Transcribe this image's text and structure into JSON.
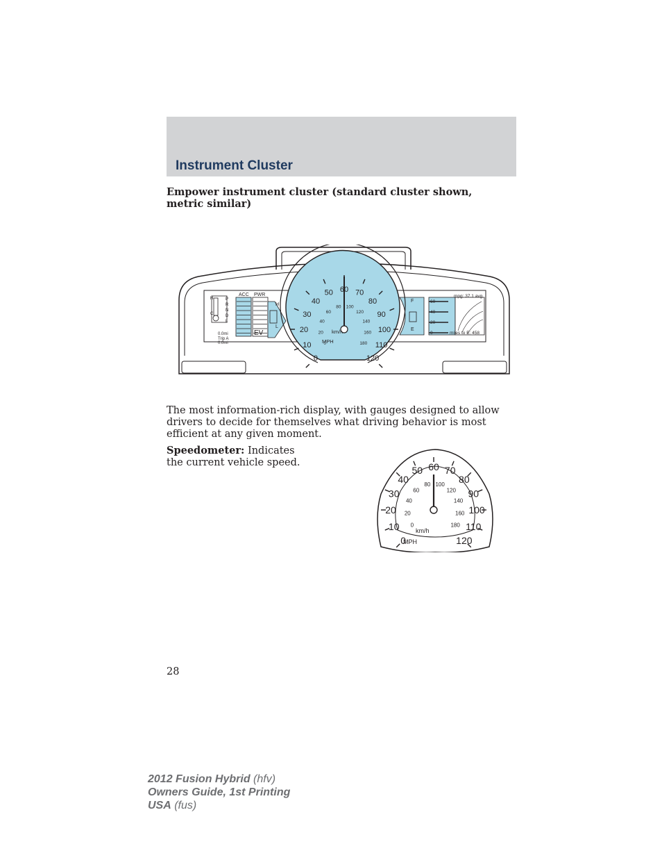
{
  "header": {
    "title": "Instrument Cluster"
  },
  "figure_caption": "Empower instrument cluster (standard cluster shown, metric similar)",
  "paragraph": "The most information-rich display, with gauges designed to allow drivers to decide for themselves what driving behavior is most efficient at any given moment.",
  "speedometer_term": "Speedometer:",
  "speedometer_desc": " Indicates the current vehicle speed.",
  "page_number": "28",
  "footer": {
    "line1_bold": "2012 Fusion Hybrid",
    "line1_rest": " (hfv)",
    "line2": "Owners Guide, 1st Printing",
    "line3_bold": "USA",
    "line3_rest": " (fus)"
  },
  "colors": {
    "gauge_fill": "#a8d8e8",
    "header_band": "#d2d3d5",
    "title": "#1f3a5f"
  },
  "cluster": {
    "mph_labels": [
      "0",
      "10",
      "20",
      "30",
      "40",
      "50",
      "60",
      "70",
      "80",
      "90",
      "100",
      "110",
      "120"
    ],
    "kmh_labels": [
      "0",
      "20",
      "40",
      "60",
      "80",
      "100",
      "120",
      "140",
      "160",
      "180"
    ],
    "kmh_unit": "km/h",
    "mph_unit": "MPH",
    "gear_labels": [
      "P",
      "R",
      "N",
      "D",
      "L"
    ],
    "temp_hot": "H",
    "temp_cold": "C",
    "acc_label": "ACC",
    "pwr_label": "PWR",
    "ev_label": "EV",
    "battery_high": "H",
    "battery_low": "L",
    "odo": "0.0mi",
    "trip_label": "Trip A",
    "trip_value": "0.0mi",
    "fuel_full": "F",
    "fuel_empty": "E",
    "mpg_ticks": [
      "60",
      "40",
      "20",
      "0"
    ],
    "mpg_readout": "mpg: 37.1 avg",
    "miles_to_e": "miles to E: 458"
  },
  "speedometer_figure": {
    "mph_labels": [
      "0",
      "10",
      "20",
      "30",
      "40",
      "50",
      "60",
      "70",
      "80",
      "90",
      "100",
      "110",
      "120"
    ],
    "kmh_labels": [
      "0",
      "20",
      "40",
      "60",
      "80",
      "100",
      "120",
      "140",
      "160",
      "180"
    ],
    "kmh_unit": "km/h",
    "mph_unit": "MPH",
    "needle_mph": 60
  }
}
